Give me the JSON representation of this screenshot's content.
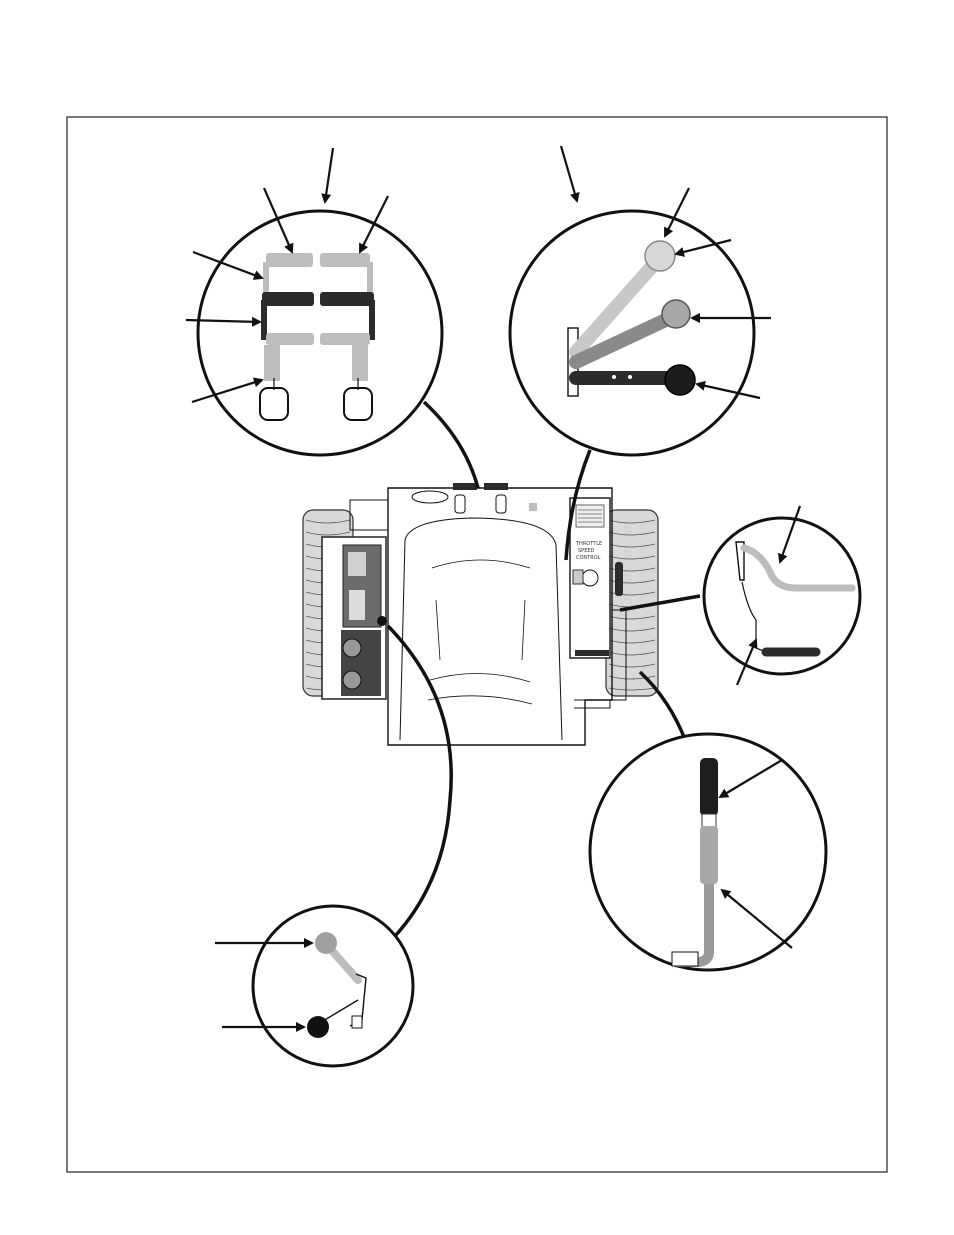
{
  "figure": {
    "description_labels": [],
    "tiny_panel_text": [
      "THROTTLE",
      "SPEED",
      "CONTROL"
    ]
  },
  "colors": {
    "line": "#111111",
    "grey_part": "#9a9a9a",
    "light_part": "#bdbdbd",
    "dark_part": "#2b2b2b"
  }
}
